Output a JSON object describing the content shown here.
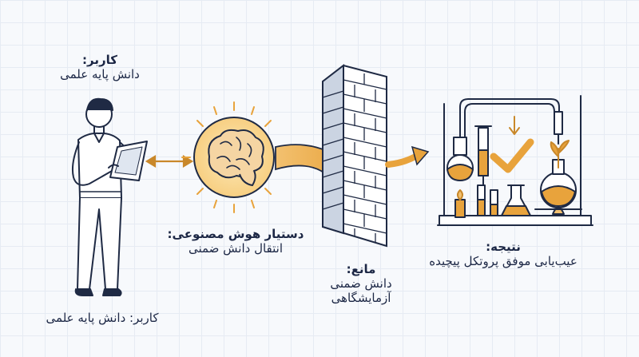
{
  "user_top": {
    "title": "کاربر:",
    "subtitle": "دانش پایه علمی"
  },
  "user_bottom": "کاربر: دانش پایه علمی",
  "assistant": {
    "title": "دستیار هوش مصنوعی:",
    "subtitle": "انتقال دانش ضمنی"
  },
  "barrier": {
    "title": "مانع:",
    "line1": "دانش ضمنی",
    "line2": "آزمایشگاهی"
  },
  "result": {
    "title": "نتیجه:",
    "subtitle": "عیب‌یابی موفق پروتکل پیچیده"
  },
  "colors": {
    "ink": "#1f2a44",
    "accent": "#e8a33c",
    "accent_fill": "#f3c170",
    "grid": "#e6ebf3"
  }
}
